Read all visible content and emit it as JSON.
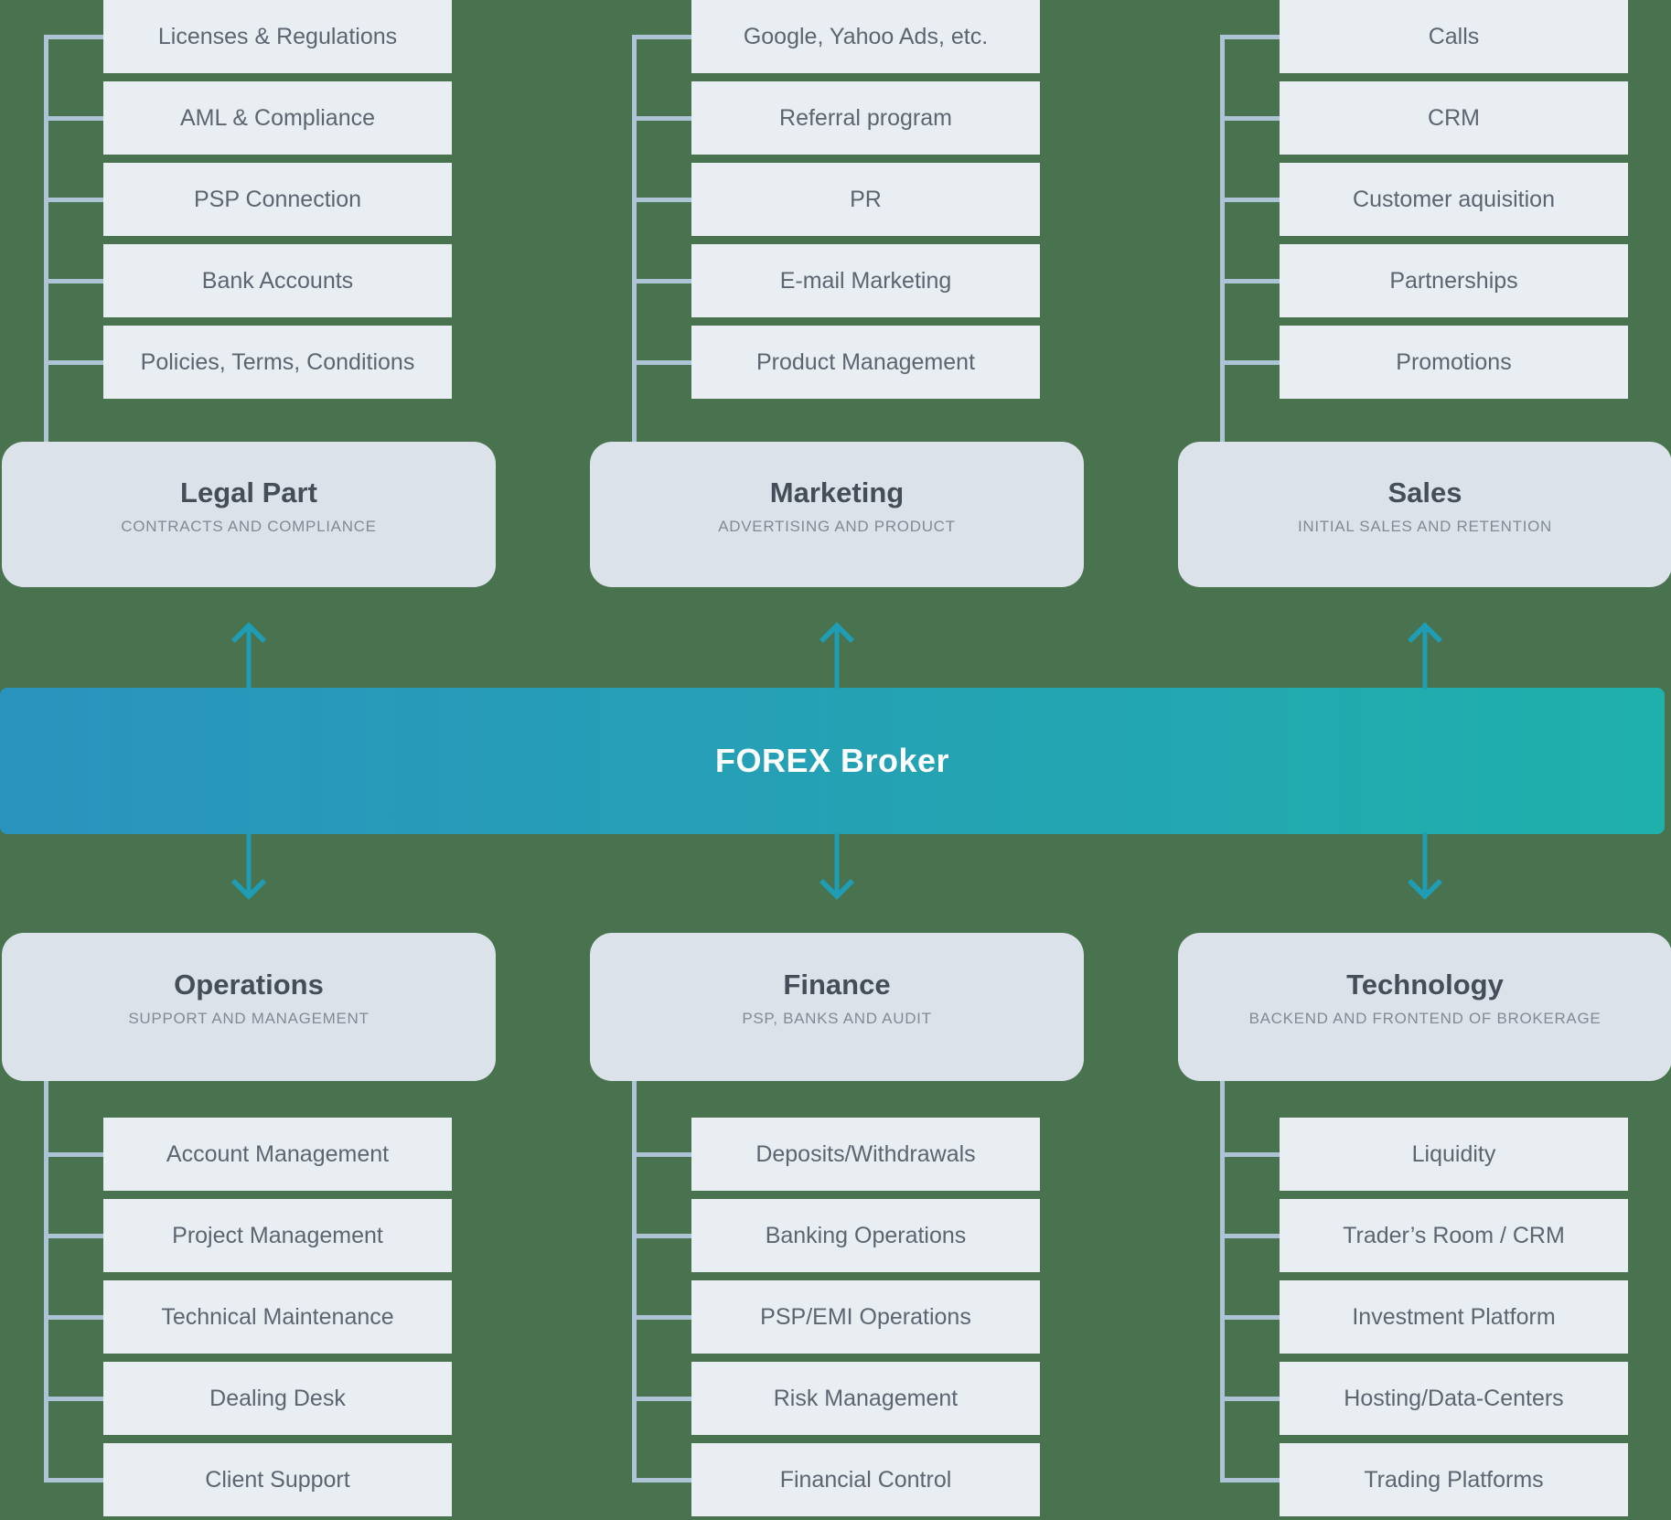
{
  "app": {
    "title": "FOREX Broker"
  },
  "colors": {
    "background": "#49724F",
    "item_box": "#E9EEF2",
    "header_box": "#DBE2EA",
    "connector_line": "#ACC4D5",
    "arrow": "#1E9DB4",
    "bar_gradient_start": "#2A93BE",
    "bar_gradient_end": "#1FB0AB",
    "title_text": "#454D59",
    "item_text": "#5D6570",
    "subtitle_text": "#828A96"
  },
  "groups": [
    {
      "title": "Legal Part",
      "subtitle": "CONTRACTS AND COMPLIANCE",
      "items": [
        "Licenses & Regulations",
        "AML & Compliance",
        "PSP Connection",
        "Bank Accounts",
        "Policies, Terms, Conditions"
      ]
    },
    {
      "title": "Marketing",
      "subtitle": "ADVERTISING AND PRODUCT",
      "items": [
        "Google, Yahoo Ads, etc.",
        "Referral program",
        "PR",
        "E-mail Marketing",
        "Product Management"
      ]
    },
    {
      "title": "Sales",
      "subtitle": "INITIAL SALES AND RETENTION",
      "items": [
        "Calls",
        "CRM",
        "Customer aquisition",
        "Partnerships",
        "Promotions"
      ]
    },
    {
      "title": "Operations",
      "subtitle": "SUPPORT AND MANAGEMENT",
      "items": [
        "Account Management",
        "Project Management",
        "Technical Maintenance",
        "Dealing Desk",
        "Client Support"
      ]
    },
    {
      "title": "Finance",
      "subtitle": "PSP, BANKS AND AUDIT",
      "items": [
        "Deposits/Withdrawals",
        "Banking Operations",
        "PSP/EMI Operations",
        "Risk Management",
        "Financial Control"
      ]
    },
    {
      "title": "Technology",
      "subtitle": "BACKEND AND FRONTEND OF BROKERAGE",
      "items": [
        "Liquidity",
        "Trader’s Room / CRM",
        "Investment Platform",
        "Hosting/Data-Centers",
        "Trading Platforms"
      ]
    }
  ]
}
